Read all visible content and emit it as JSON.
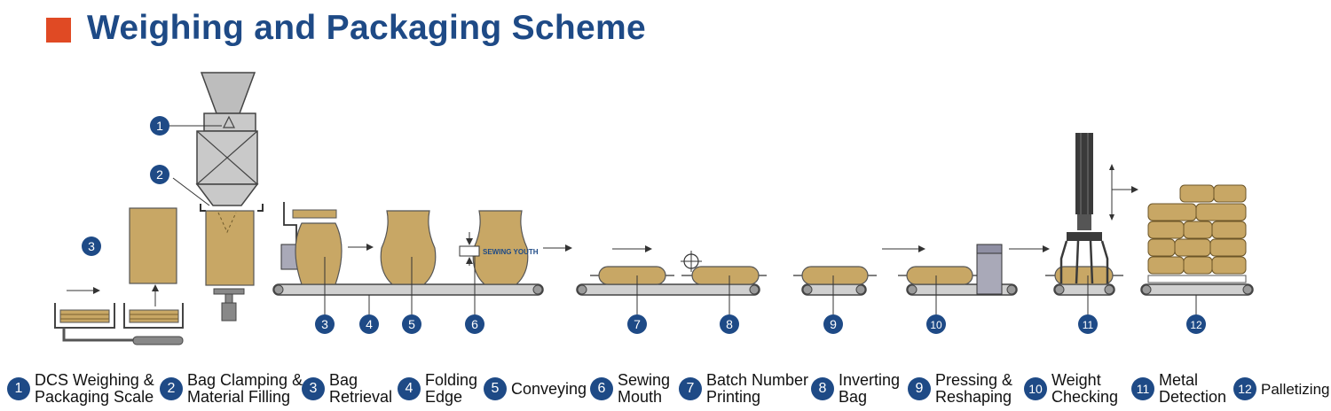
{
  "title": "Weighing and Packaging Scheme",
  "colors": {
    "accent_square": "#e04a24",
    "title": "#1e4a86",
    "bag": "#c8a765",
    "badge": "#1e4a86",
    "machine_gray": "#bdbdbd",
    "dark_gray": "#3a3a3a"
  },
  "diagram": {
    "sewing_label": "SEWING YOUTH",
    "markers": [
      "1",
      "2",
      "3",
      "3",
      "4",
      "5",
      "6",
      "7",
      "8",
      "9",
      "10",
      "11",
      "12"
    ]
  },
  "legend": [
    {
      "num": "1",
      "line1": "DCS Weighing &",
      "line2": "Packaging Scale"
    },
    {
      "num": "2",
      "line1": "Bag Clamping &",
      "line2": "Material Filling"
    },
    {
      "num": "3",
      "line1": "Bag",
      "line2": "Retrieval"
    },
    {
      "num": "4",
      "line1": "Folding",
      "line2": "Edge"
    },
    {
      "num": "5",
      "line1": "Conveying",
      "line2": ""
    },
    {
      "num": "6",
      "line1": "Sewing",
      "line2": "Mouth"
    },
    {
      "num": "7",
      "line1": "Batch Number",
      "line2": "Printing"
    },
    {
      "num": "8",
      "line1": "Inverting",
      "line2": "Bag"
    },
    {
      "num": "9",
      "line1": "Pressing &",
      "line2": "Reshaping"
    },
    {
      "num": "10",
      "line1": "Weight",
      "line2": "Checking"
    },
    {
      "num": "11",
      "line1": "Metal",
      "line2": "Detection"
    },
    {
      "num": "12",
      "line1": "Palletizing",
      "line2": ""
    }
  ]
}
